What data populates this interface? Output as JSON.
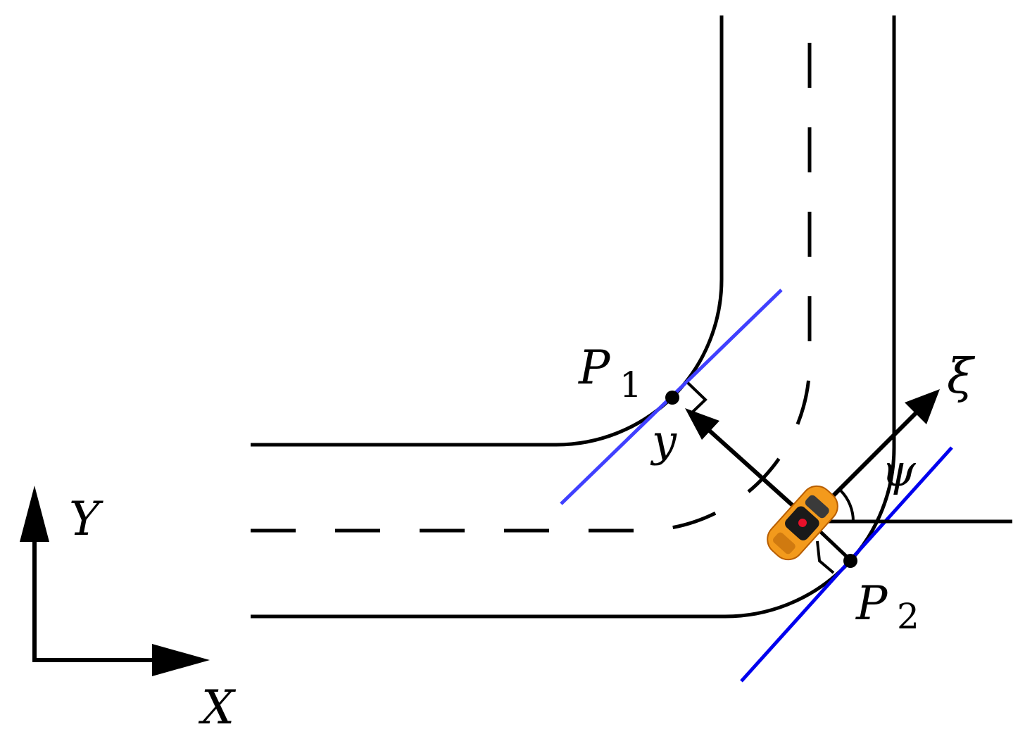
{
  "labels": {
    "p1": "P",
    "p1_sub": "1",
    "p2": "P",
    "p2_sub": "2",
    "y": "y",
    "xi": "ξ",
    "psi": "ψ",
    "axis_x": "X",
    "axis_y": "Y"
  },
  "colors": {
    "line": "#000000",
    "tangent_p1": "#4040ff",
    "tangent_p2": "#0000ee",
    "car_body": "#f39a1c",
    "car_marker": "#e8102a"
  }
}
